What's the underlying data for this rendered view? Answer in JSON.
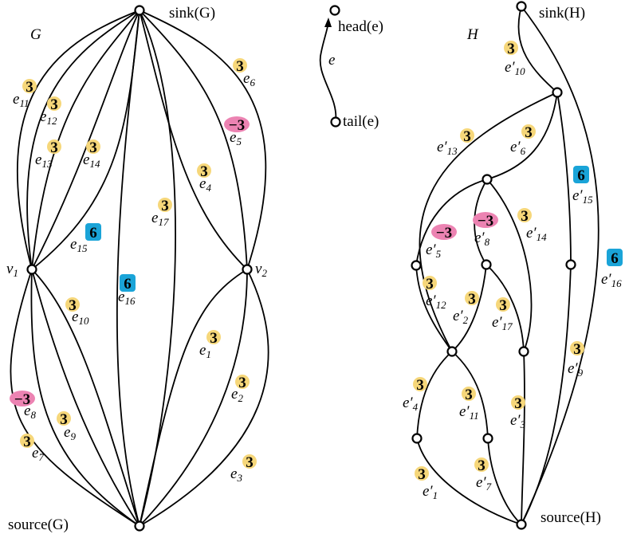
{
  "colors": {
    "positive": "#f6d77a",
    "negative": "#ec83b2",
    "double": "#1aa4d8",
    "stroke": "#000000"
  },
  "graph_G": {
    "title": "G",
    "sink_label": "sink(G)",
    "source_label": "source(G)",
    "v1_label": "v",
    "v1_sub": "1",
    "v2_label": "v",
    "v2_sub": "2",
    "edges": [
      {
        "name": "e",
        "sub": "1",
        "weight": "3",
        "kind": "positive"
      },
      {
        "name": "e",
        "sub": "2",
        "weight": "3",
        "kind": "positive"
      },
      {
        "name": "e",
        "sub": "3",
        "weight": "3",
        "kind": "positive"
      },
      {
        "name": "e",
        "sub": "4",
        "weight": "3",
        "kind": "positive"
      },
      {
        "name": "e",
        "sub": "5",
        "weight": "−3",
        "kind": "negative"
      },
      {
        "name": "e",
        "sub": "6",
        "weight": "3",
        "kind": "positive"
      },
      {
        "name": "e",
        "sub": "7",
        "weight": "3",
        "kind": "positive"
      },
      {
        "name": "e",
        "sub": "8",
        "weight": "−3",
        "kind": "negative"
      },
      {
        "name": "e",
        "sub": "9",
        "weight": "3",
        "kind": "positive"
      },
      {
        "name": "e",
        "sub": "10",
        "weight": "3",
        "kind": "positive"
      },
      {
        "name": "e",
        "sub": "11",
        "weight": "3",
        "kind": "positive"
      },
      {
        "name": "e",
        "sub": "12",
        "weight": "3",
        "kind": "positive"
      },
      {
        "name": "e",
        "sub": "13",
        "weight": "3",
        "kind": "positive"
      },
      {
        "name": "e",
        "sub": "14",
        "weight": "3",
        "kind": "positive"
      },
      {
        "name": "e",
        "sub": "15",
        "weight": "6",
        "kind": "double"
      },
      {
        "name": "e",
        "sub": "16",
        "weight": "6",
        "kind": "double"
      },
      {
        "name": "e",
        "sub": "17",
        "weight": "3",
        "kind": "positive"
      }
    ]
  },
  "legend": {
    "edge_label": "e",
    "head_label": "head(e)",
    "tail_label": "tail(e)"
  },
  "graph_H": {
    "title": "H",
    "sink_label": "sink(H)",
    "source_label": "source(H)",
    "edges": [
      {
        "name": "e′",
        "sub": "1",
        "weight": "3",
        "kind": "positive"
      },
      {
        "name": "e′",
        "sub": "2",
        "weight": "3",
        "kind": "positive"
      },
      {
        "name": "e′",
        "sub": "3",
        "weight": "3",
        "kind": "positive"
      },
      {
        "name": "e′",
        "sub": "4",
        "weight": "3",
        "kind": "positive"
      },
      {
        "name": "e′",
        "sub": "5",
        "weight": "−3",
        "kind": "negative"
      },
      {
        "name": "e′",
        "sub": "6",
        "weight": "3",
        "kind": "positive"
      },
      {
        "name": "e′",
        "sub": "7",
        "weight": "3",
        "kind": "positive"
      },
      {
        "name": "e′",
        "sub": "8",
        "weight": "−3",
        "kind": "negative"
      },
      {
        "name": "e′",
        "sub": "9",
        "weight": "3",
        "kind": "positive"
      },
      {
        "name": "e′",
        "sub": "10",
        "weight": "3",
        "kind": "positive"
      },
      {
        "name": "e′",
        "sub": "11",
        "weight": "3",
        "kind": "positive"
      },
      {
        "name": "e′",
        "sub": "12",
        "weight": "3",
        "kind": "positive"
      },
      {
        "name": "e′",
        "sub": "13",
        "weight": "3",
        "kind": "positive"
      },
      {
        "name": "e′",
        "sub": "14",
        "weight": "3",
        "kind": "positive"
      },
      {
        "name": "e′",
        "sub": "15",
        "weight": "6",
        "kind": "double"
      },
      {
        "name": "e′",
        "sub": "16",
        "weight": "6",
        "kind": "double"
      },
      {
        "name": "e′",
        "sub": "17",
        "weight": "3",
        "kind": "positive"
      }
    ]
  }
}
